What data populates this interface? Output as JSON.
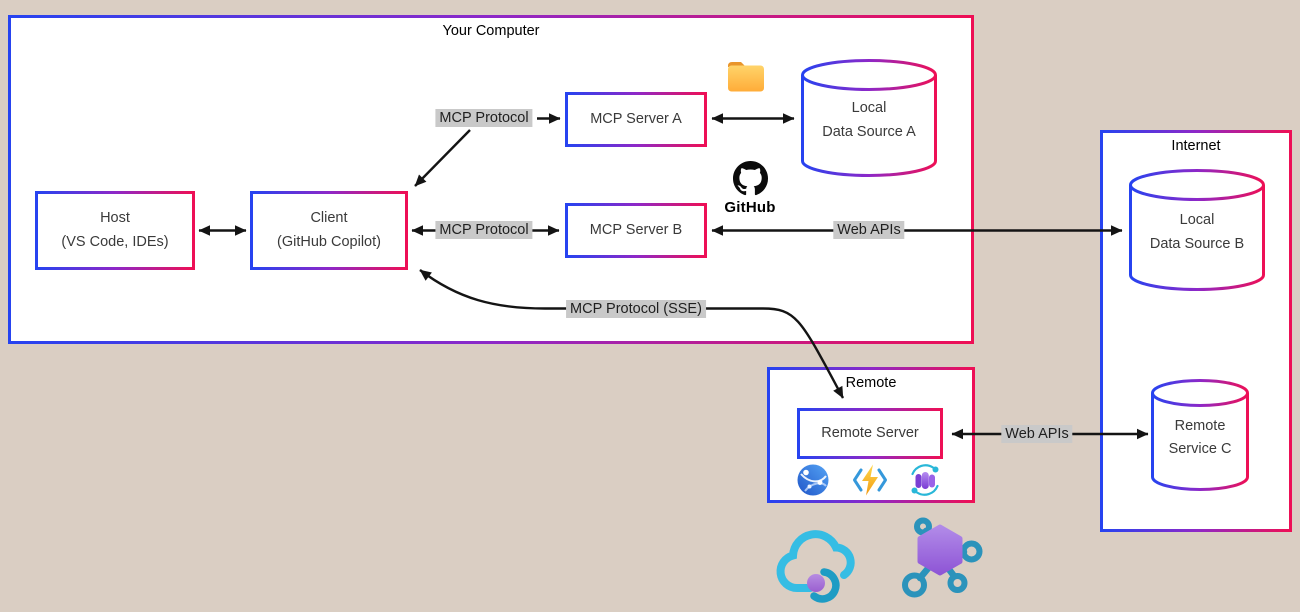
{
  "colors": {
    "background": "#dacec3",
    "box_fill": "#ffffff",
    "gradient_blue": "#2643f0",
    "gradient_purple": "#8d28c8",
    "gradient_crimson": "#ee0f55",
    "edge_label_bg": "#c9c9c9",
    "arrow": "#141414"
  },
  "groups": {
    "your_computer": {
      "title": "Your Computer"
    },
    "internet": {
      "title": "Internet"
    },
    "remote": {
      "title": "Remote"
    }
  },
  "nodes": {
    "host": {
      "line1": "Host",
      "line2": "(VS Code, IDEs)"
    },
    "client": {
      "line1": "Client",
      "line2": "(GitHub Copilot)"
    },
    "mcp_server_a": {
      "label": "MCP Server A"
    },
    "mcp_server_b": {
      "label": "MCP Server B"
    },
    "remote_server": {
      "label": "Remote Server"
    },
    "local_data_source_a": {
      "line1": "Local",
      "line2": "Data Source A"
    },
    "local_data_source_b": {
      "line1": "Local",
      "line2": "Data Source B"
    },
    "remote_service_c": {
      "line1": "Remote",
      "line2": "Service C"
    }
  },
  "edge_labels": {
    "client_server_a": "MCP Protocol",
    "client_server_b": "MCP Protocol",
    "client_remote_sse": "MCP Protocol (SSE)",
    "server_b_web_apis": "Web APIs",
    "remote_web_apis": "Web APIs"
  },
  "icons": {
    "folder": "folder-icon",
    "github": "github-icon",
    "github_label": "GitHub",
    "remote_service_icons": [
      "azure-app-service-icon",
      "azure-functions-icon",
      "azure-container-apps-icon"
    ],
    "bottom_icons": [
      "azure-ai-cloud-icon",
      "network-molecule-icon"
    ]
  }
}
